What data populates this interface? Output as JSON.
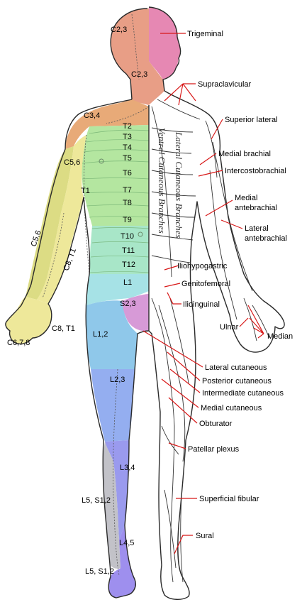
{
  "colors": {
    "c23": "#e89e86",
    "trigeminal": "#e688b3",
    "c34": "#e8aa78",
    "thoracic": "#b4e6a0",
    "thoracicLow": "#a8e6c8",
    "c56": "#dcdc84",
    "c8t1": "#eee89a",
    "l1": "#a6e2e6",
    "l12": "#8fc8ea",
    "l23": "#94aef0",
    "l34": "#9a9aee",
    "l5s12": "#c2c2c8",
    "l45": "#9e8fee",
    "s23": "#d79ad7",
    "pointer": "#d81818"
  },
  "dermatomes": [
    {
      "key": "c23_top",
      "text": "C2,3"
    },
    {
      "key": "c23_neck",
      "text": "C2,3"
    },
    {
      "key": "c34",
      "text": "C3,4"
    },
    {
      "key": "t2",
      "text": "T2"
    },
    {
      "key": "t3",
      "text": "T3"
    },
    {
      "key": "t4",
      "text": "T4"
    },
    {
      "key": "t5",
      "text": "T5"
    },
    {
      "key": "t6",
      "text": "T6"
    },
    {
      "key": "t7",
      "text": "T7"
    },
    {
      "key": "t8",
      "text": "T8"
    },
    {
      "key": "t9",
      "text": "T9"
    },
    {
      "key": "t10",
      "text": "T10"
    },
    {
      "key": "t11",
      "text": "T11"
    },
    {
      "key": "t12",
      "text": "T12"
    },
    {
      "key": "l1",
      "text": "L1"
    },
    {
      "key": "c56_shoulder",
      "text": "C5,6"
    },
    {
      "key": "t1",
      "text": "T1"
    },
    {
      "key": "c56_arm",
      "text": "C5,6"
    },
    {
      "key": "c8t1_arm",
      "text": "C8, T1"
    },
    {
      "key": "c8t1_hand",
      "text": "C8, T1"
    },
    {
      "key": "c678",
      "text": "C6,7,8"
    },
    {
      "key": "s23",
      "text": "S2,3"
    },
    {
      "key": "l12",
      "text": "L1,2"
    },
    {
      "key": "l23",
      "text": "L2,3"
    },
    {
      "key": "l34",
      "text": "L3,4"
    },
    {
      "key": "l5s12_upper",
      "text": "L5, S1,2"
    },
    {
      "key": "l45",
      "text": "L4,5"
    },
    {
      "key": "l5s12_lower",
      "text": "L5, S1,2"
    }
  ],
  "nerves": [
    {
      "key": "trigeminal",
      "text": "Trigeminal"
    },
    {
      "key": "supraclavicular",
      "text": "Supraclavicular"
    },
    {
      "key": "superior_lateral",
      "text": "Superior lateral"
    },
    {
      "key": "medial_brachial",
      "text": "Medial brachial"
    },
    {
      "key": "intercostobrachial",
      "text": "Intercostobrachial"
    },
    {
      "key": "medial_ante_1",
      "text": "Medial"
    },
    {
      "key": "medial_ante_2",
      "text": "antebrachial"
    },
    {
      "key": "lateral_ante_1",
      "text": "Lateral"
    },
    {
      "key": "lateral_ante_2",
      "text": "antebrachial"
    },
    {
      "key": "iliohypogastric",
      "text": "Iliohypogastric"
    },
    {
      "key": "genitofemoral",
      "text": "Genitofemoral"
    },
    {
      "key": "ilioinguinal",
      "text": "Ilioinguinal"
    },
    {
      "key": "ulnar",
      "text": "Ulnar"
    },
    {
      "key": "median",
      "text": "Median"
    },
    {
      "key": "lateral_cutaneous",
      "text": "Lateral cutaneous"
    },
    {
      "key": "posterior_cutaneous",
      "text": "Posterior cutaneous"
    },
    {
      "key": "intermediate_cutaneous",
      "text": "Intermediate cutaneous"
    },
    {
      "key": "medial_cutaneous",
      "text": "Medial cutaneous"
    },
    {
      "key": "obturator",
      "text": "Obturator"
    },
    {
      "key": "patellar_plexus",
      "text": "Patellar plexus"
    },
    {
      "key": "superficial_fibular",
      "text": "Superficial fibular"
    },
    {
      "key": "sural",
      "text": "Sural"
    }
  ],
  "body_inscriptions": {
    "ventral": "Ventral Cutaneous Branches",
    "lateral": "Lateral Cutaneous Branches"
  }
}
